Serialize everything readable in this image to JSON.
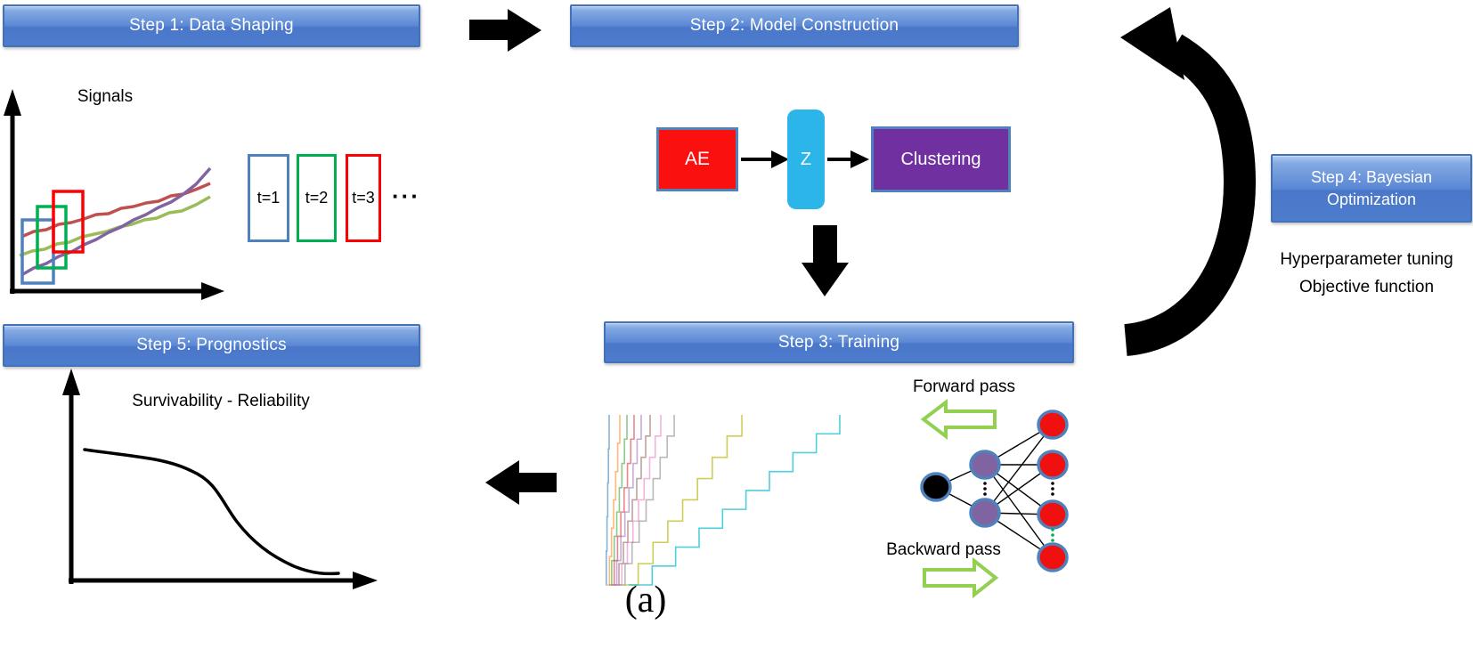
{
  "caption": "(a)",
  "headers": {
    "step1": "Step 1: Data Shaping",
    "step2": "Step 2: Model Construction",
    "step3": "Step 3: Training",
    "step4": "Step 4: Bayesian Optimization",
    "step5": "Step 5: Prognostics"
  },
  "step1_panel": {
    "title": "Signals",
    "ellipsis": "···",
    "windows": [
      {
        "label": "t=1",
        "color": "#4f81bd"
      },
      {
        "label": "t=2",
        "color": "#00b050"
      },
      {
        "label": "t=3",
        "color": "#ff0000"
      }
    ],
    "signal_colors": [
      "#c0504d",
      "#9bbb59",
      "#8064a2"
    ]
  },
  "step2_panel": {
    "ae": {
      "label": "AE",
      "fill": "#fb1010"
    },
    "latent": {
      "label": "Z",
      "fill": "#2bb5e8"
    },
    "clustering": {
      "label": "Clustering",
      "fill": "#7030a0"
    }
  },
  "step3_panel": {
    "forward_label": "Forward pass",
    "backward_label": "Backward pass",
    "chart": {
      "type": "line",
      "description": "survival/step training curves",
      "y_bottom": 657,
      "y_top": 466,
      "series": [
        {
          "color": "#1f77b4",
          "x_bottom": 680,
          "x_top": 684,
          "steps": 5,
          "op": 0.55
        },
        {
          "color": "#ff7f0e",
          "x_bottom": 682,
          "x_top": 696,
          "steps": 6,
          "op": 0.55
        },
        {
          "color": "#2ca02c",
          "x_bottom": 684,
          "x_top": 704,
          "steps": 7,
          "op": 0.55
        },
        {
          "color": "#d62728",
          "x_bottom": 686,
          "x_top": 712,
          "steps": 7,
          "op": 0.55
        },
        {
          "color": "#9467bd",
          "x_bottom": 688,
          "x_top": 720,
          "steps": 7,
          "op": 0.55
        },
        {
          "color": "#8c564b",
          "x_bottom": 690,
          "x_top": 730,
          "steps": 8,
          "op": 0.55
        },
        {
          "color": "#e377c2",
          "x_bottom": 692,
          "x_top": 742,
          "steps": 8,
          "op": 0.55
        },
        {
          "color": "#7f7f7f",
          "x_bottom": 694,
          "x_top": 757,
          "steps": 8,
          "op": 0.55
        },
        {
          "color": "#bcbd22",
          "x_bottom": 700,
          "x_top": 833,
          "steps": 8,
          "op": 0.75
        },
        {
          "color": "#17becf",
          "x_bottom": 706,
          "x_top": 943,
          "steps": 9,
          "op": 0.75
        }
      ]
    },
    "nn": {
      "input_fill": "#000000",
      "hidden_fill": "#8064a2",
      "output_fill": "#f01010",
      "ring": "#4f81bd",
      "dots_black": "#000000",
      "dots_green": "#00b050"
    }
  },
  "step4_panel": {
    "line1": "Hyperparameter tuning",
    "line2": "Objective function"
  },
  "step5_panel": {
    "title": "Survivability - Reliability"
  },
  "theme": {
    "arrow_fill": "#000000",
    "arrow_border": "#4f81bd",
    "green_arrow": "#92d050",
    "axis_color": "#000000"
  }
}
